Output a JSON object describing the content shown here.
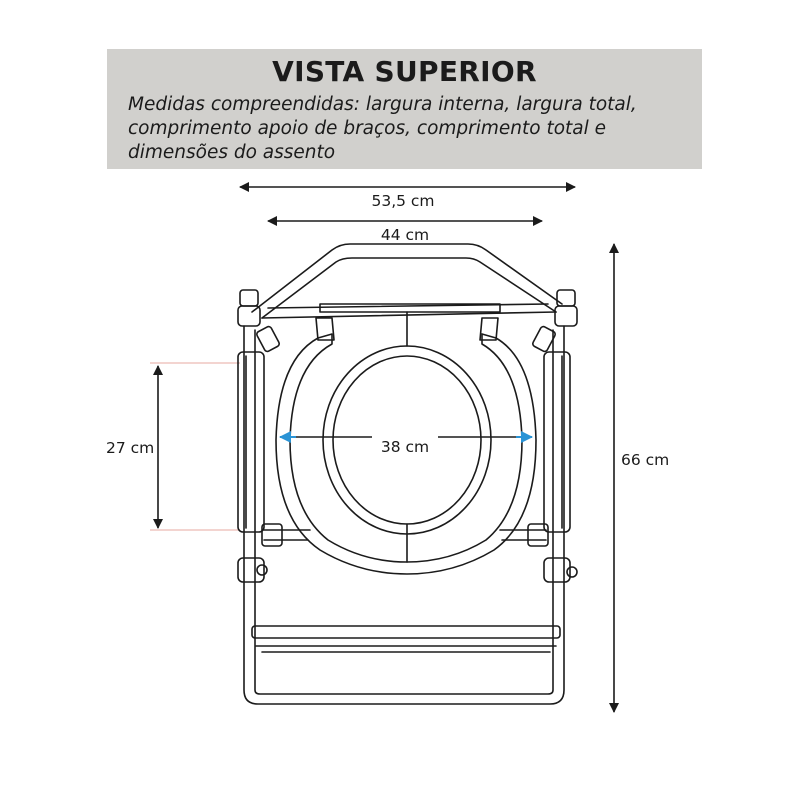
{
  "header": {
    "title": "VISTA SUPERIOR",
    "subtitle": "Medidas compreendidas: largura interna, largura total, comprimento apoio de braços, comprimento total e dimensões do assento"
  },
  "dimensions": {
    "total_width": "53,5 cm",
    "inner_width": "44 cm",
    "armrest_length": "27 cm",
    "seat_width": "38 cm",
    "total_length": "66 cm"
  },
  "colors": {
    "header_bg": "#d1d0cd",
    "line": "#1b1b1b",
    "seat_arrow": "#2a93d5",
    "guide_line": "#e7a8a0"
  }
}
